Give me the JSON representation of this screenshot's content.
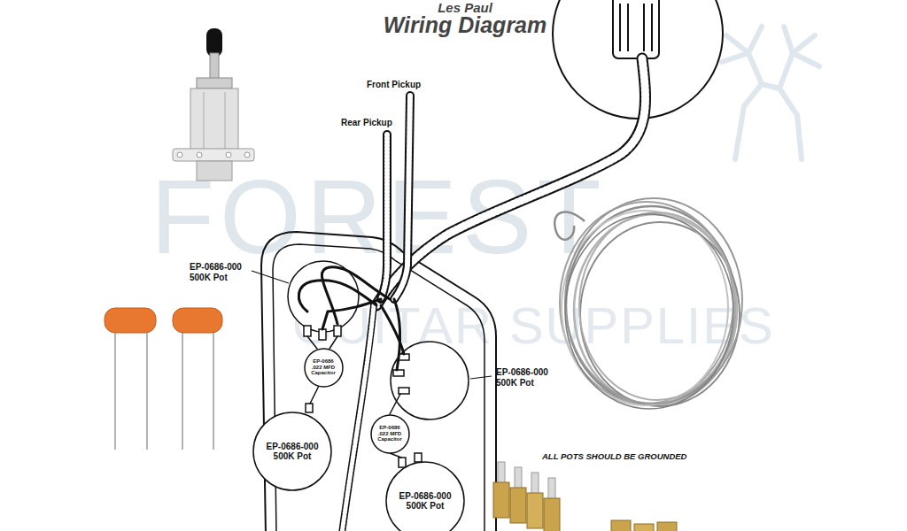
{
  "diagram": {
    "title": "Wiring Diagram",
    "nodes": [
      {
        "text": [
          "EP-0686 .022 MFD Capacitor"
        ]
      },
      {
        "text": [
          "EP-0686 .022 MFD Capacitor"
        ]
      },
      {
        "text": [
          "EP-0686-000 500K Pot"
        ]
      },
      {
        "text": [
          "EP-0686-000 500K Pot"
        ]
      }
    ],
    "labels": [
      "Les Paul",
      "Front Pickup",
      "Rear Pickup",
      "EP-0686-000 500K Pot",
      "EP-0686-000 500K Pot",
      "ALL POTS SHOULD BE GROUNDED",
      "FOREST",
      "GUITAR SUPPLIES"
    ]
  }
}
